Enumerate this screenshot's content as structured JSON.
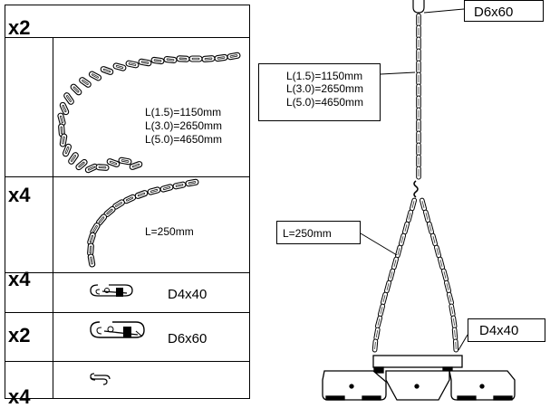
{
  "parts": [
    {
      "qty": "x2",
      "lines": [
        "L(1.5)=1150mm",
        "L(3.0)=2650mm",
        "L(5.0)=4650mm"
      ]
    },
    {
      "qty": "x4",
      "lines": [
        "L=250mm"
      ]
    },
    {
      "qty": "x4",
      "lines": [
        "D4x40"
      ]
    },
    {
      "qty": "x2",
      "lines": [
        "D6x60"
      ]
    },
    {
      "qty": "x4",
      "lines": []
    }
  ],
  "assembly": {
    "top_hook_label": "D6x60",
    "main_chain_lines": [
      "L(1.5)=1150mm",
      "L(3.0)=2650mm",
      "L(5.0)=4650mm"
    ],
    "short_chain_label": "L=250mm",
    "side_hook_label": "D4x40"
  }
}
